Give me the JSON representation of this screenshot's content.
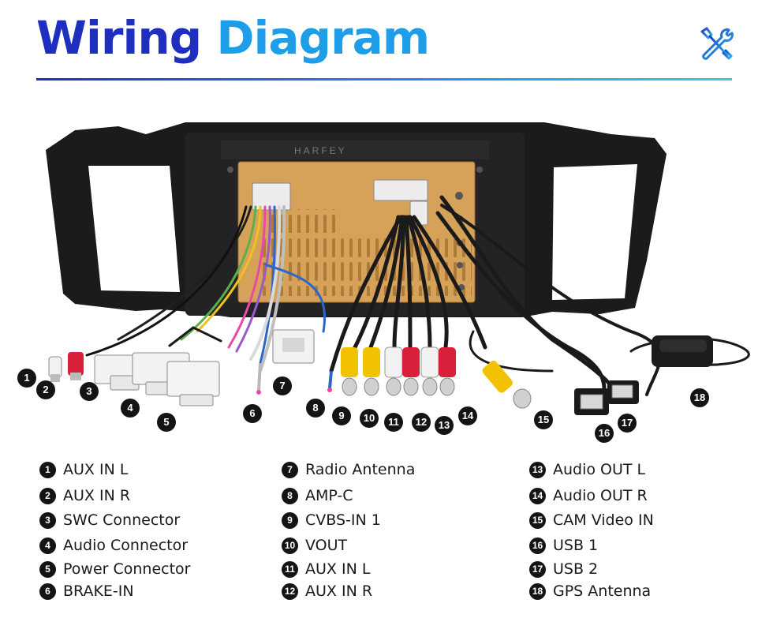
{
  "title": {
    "word1": "Wiring",
    "word2": "Diagram"
  },
  "header_icon": "wrench-screwdriver-icon",
  "unit_brand": "HARFEY",
  "colors": {
    "title_dark": "#1e2fbf",
    "title_light": "#1e9ee8",
    "panel": "#1b1b1d",
    "board": "#d6a25a",
    "rca_red": "#d8203a",
    "rca_white": "#f2f2f2",
    "rca_yellow": "#f2c200"
  },
  "callouts": [
    "1",
    "2",
    "3",
    "4",
    "5",
    "6",
    "7",
    "8",
    "9",
    "10",
    "11",
    "12",
    "13",
    "14",
    "15",
    "16",
    "17",
    "18"
  ],
  "legend": [
    {
      "no": "1",
      "label": "AUX IN L"
    },
    {
      "no": "2",
      "label": "AUX IN R"
    },
    {
      "no": "3",
      "label": "SWC Connector"
    },
    {
      "no": "4",
      "label": "Audio Connector"
    },
    {
      "no": "5",
      "label": "Power Connector"
    },
    {
      "no": "6",
      "label": "BRAKE-IN"
    },
    {
      "no": "7",
      "label": "Radio Antenna"
    },
    {
      "no": "8",
      "label": "AMP-C"
    },
    {
      "no": "9",
      "label": "CVBS-IN 1"
    },
    {
      "no": "10",
      "label": "VOUT"
    },
    {
      "no": "11",
      "label": "AUX IN L"
    },
    {
      "no": "12",
      "label": "AUX IN R"
    },
    {
      "no": "13",
      "label": "Audio OUT L"
    },
    {
      "no": "14",
      "label": "Audio OUT R"
    },
    {
      "no": "15",
      "label": "CAM Video IN"
    },
    {
      "no": "16",
      "label": "USB 1"
    },
    {
      "no": "17",
      "label": "USB 2"
    },
    {
      "no": "18",
      "label": "GPS Antenna"
    }
  ]
}
